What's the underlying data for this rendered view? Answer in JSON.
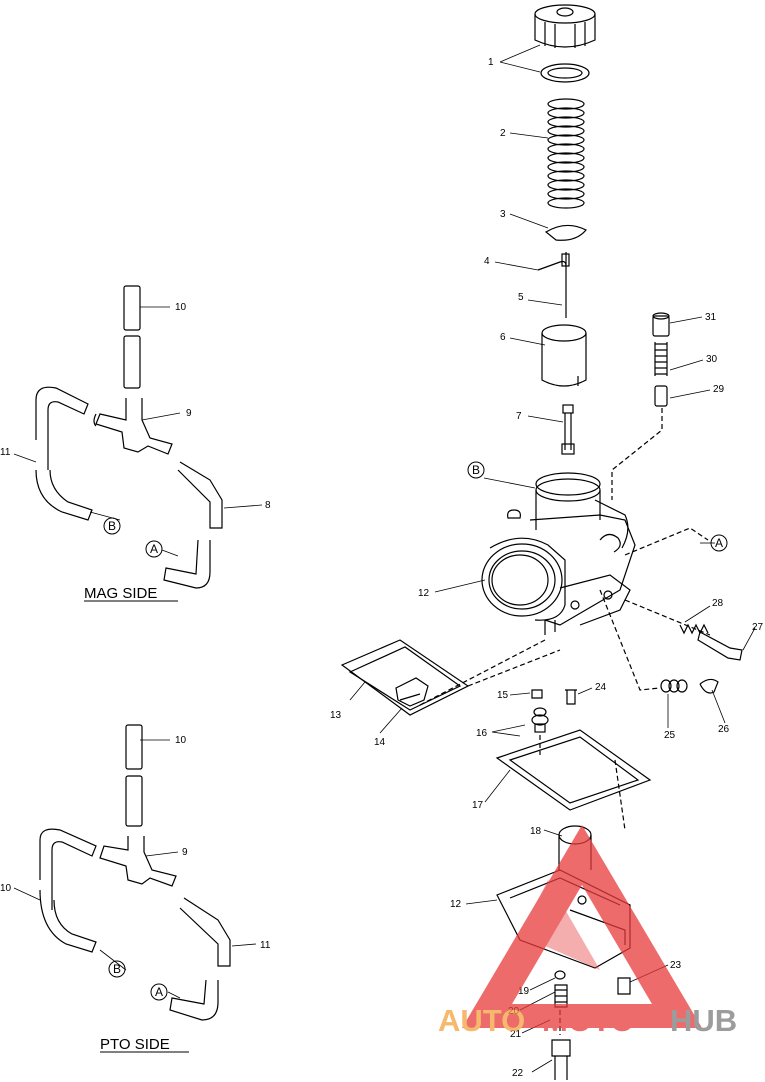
{
  "labels": {
    "l1": "1",
    "l2": "2",
    "l3": "3",
    "l4": "4",
    "l5": "5",
    "l6": "6",
    "l7": "7",
    "l10a": "10",
    "l9a": "9",
    "l11a": "11",
    "l8a": "8",
    "l31": "31",
    "l30": "30",
    "l29": "29",
    "l28": "28",
    "l27": "27",
    "l12a": "12",
    "l13": "13",
    "l14": "14",
    "l15": "15",
    "l24": "24",
    "l16": "16",
    "l25": "25",
    "l26": "26",
    "l17": "17",
    "l18": "18",
    "l12b": "12",
    "l19": "19",
    "l23": "23",
    "l20": "20",
    "l21": "21",
    "l22": "22",
    "l10b": "10",
    "l9b": "9",
    "l10c": "10",
    "l11b": "11"
  },
  "callouts": {
    "a": "A",
    "b": "B"
  },
  "sections": {
    "mag": "MAG SIDE",
    "pto": "PTO SIDE"
  },
  "watermark": {
    "part1": "AUTO",
    "part2": "MOTO",
    "part3": "HUB"
  },
  "colors": {
    "watermark_red": "#e83a3a",
    "watermark_orange": "#f3a13c",
    "watermark_gray": "#7b7b7b"
  }
}
